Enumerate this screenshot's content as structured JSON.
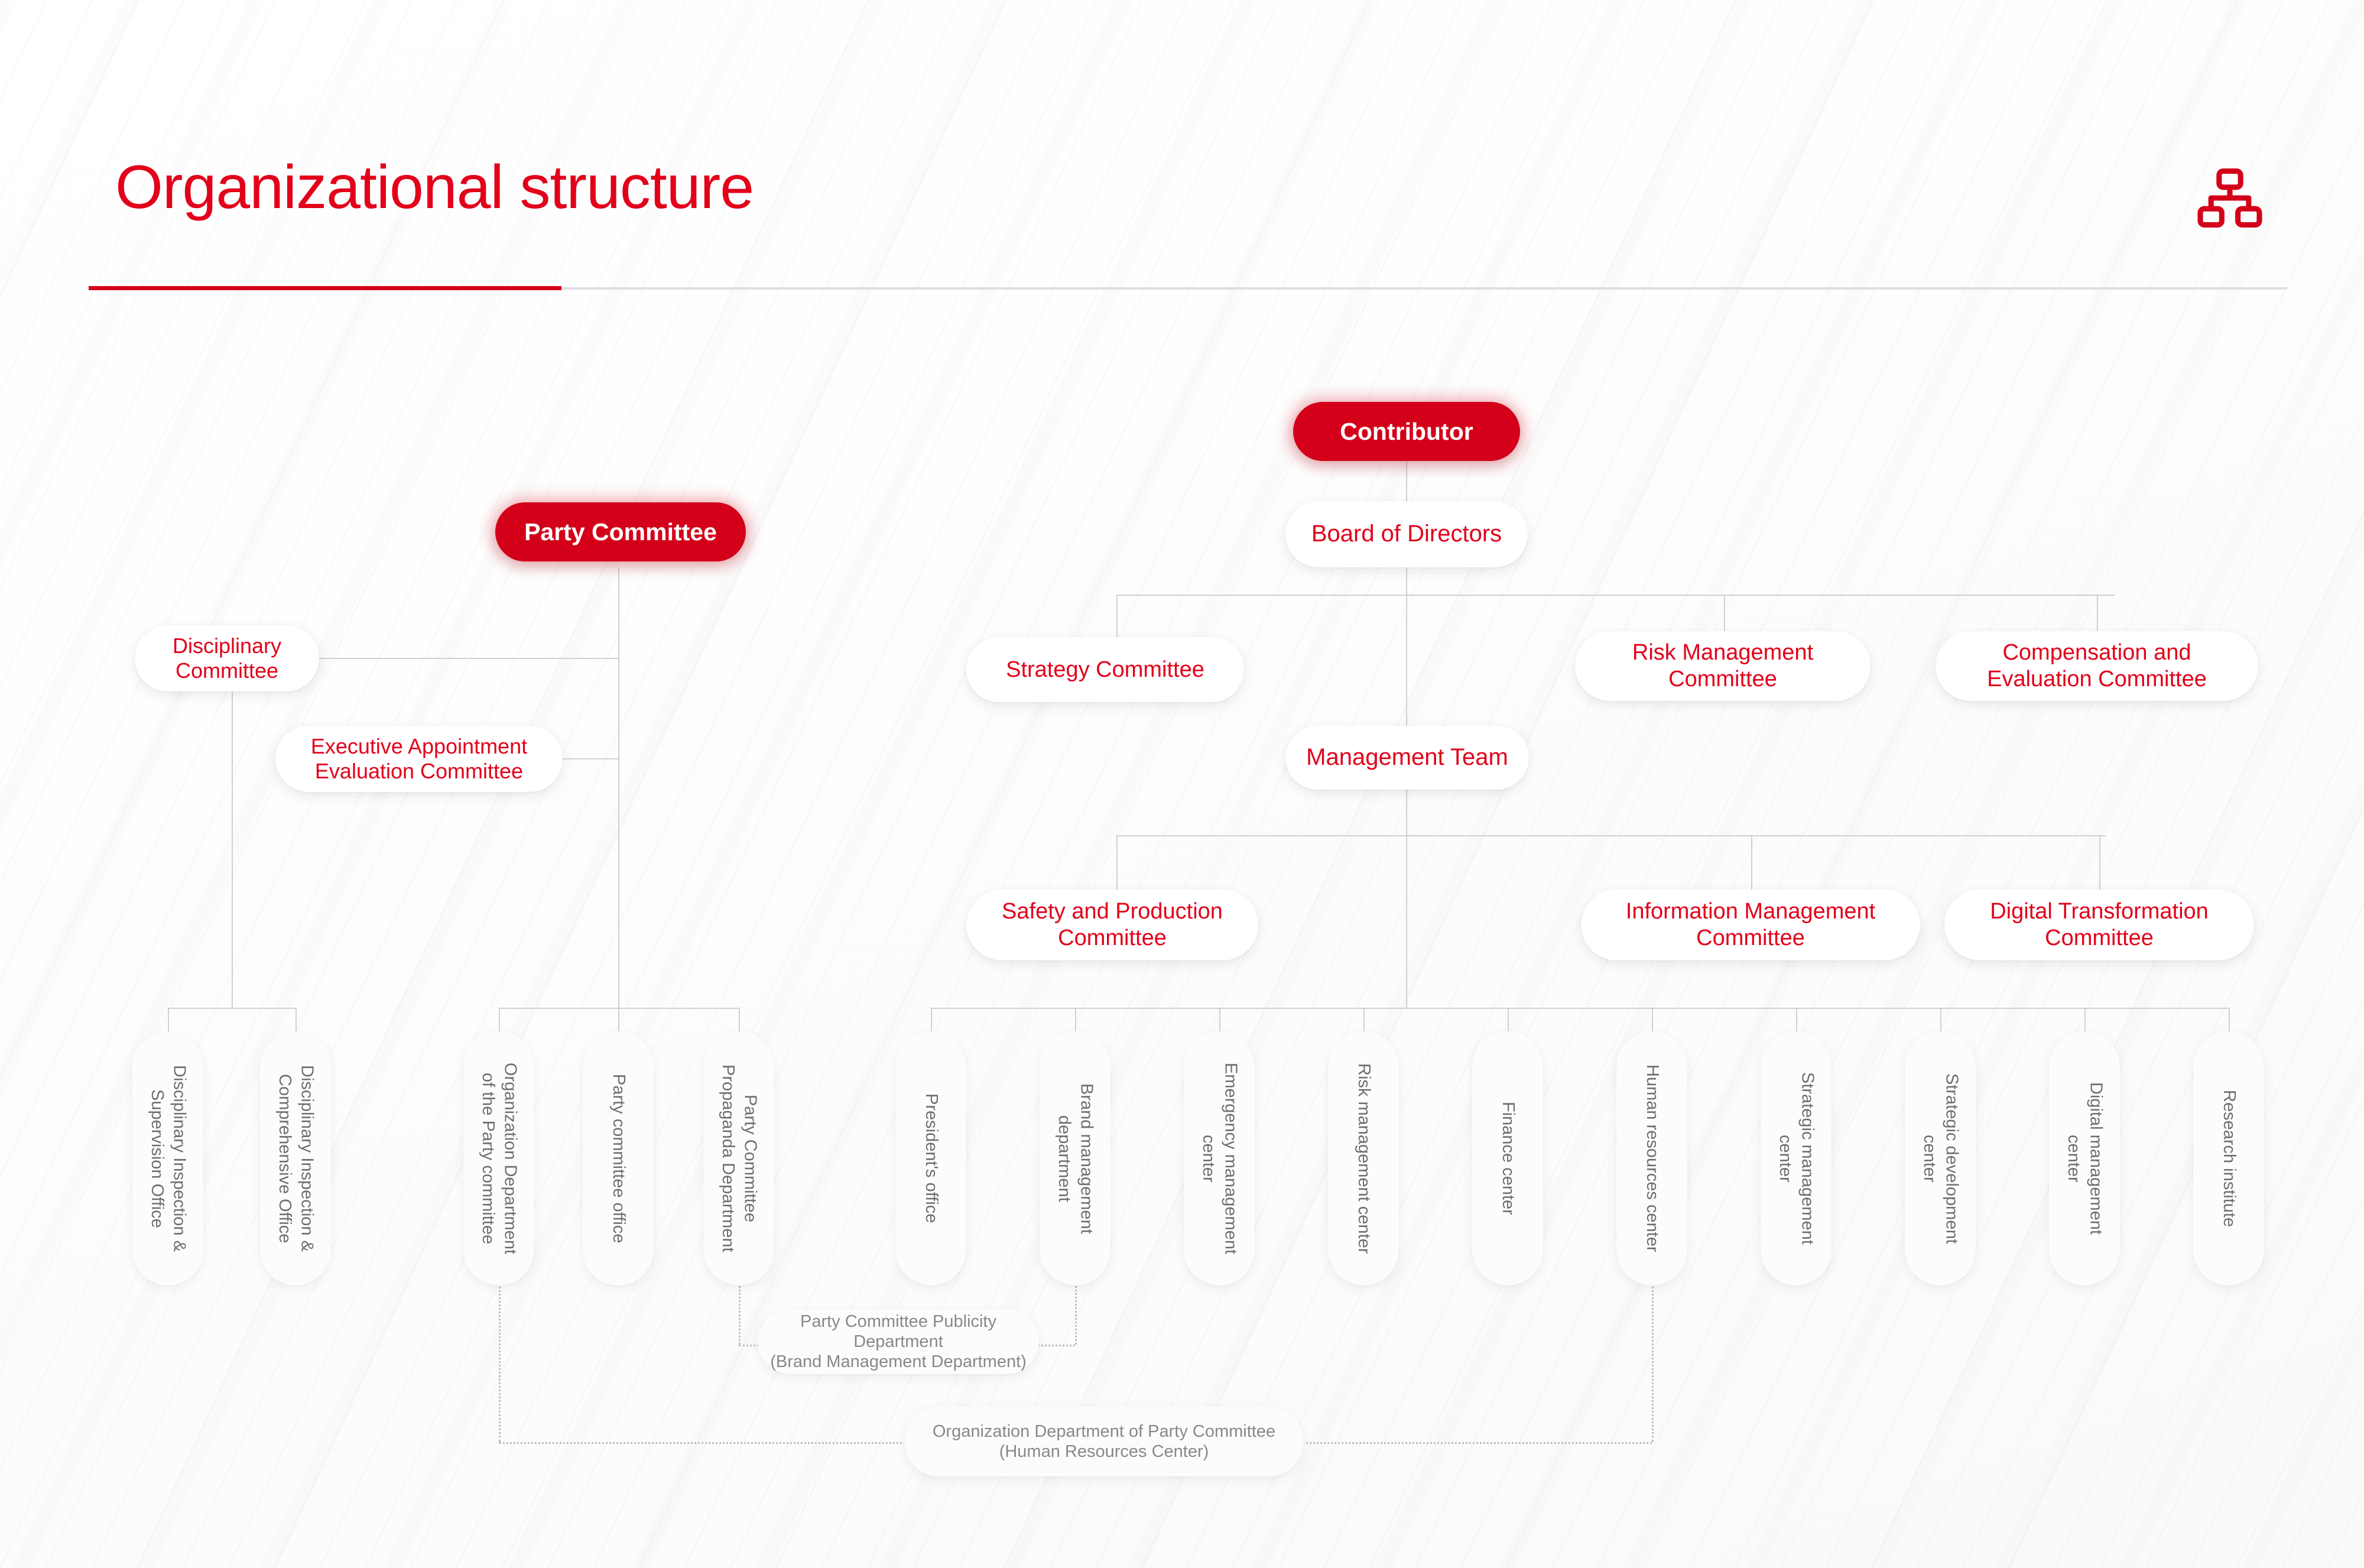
{
  "header": {
    "title": "Organizational structure",
    "icon": "org-chart-icon",
    "accent_color": "#D4001A",
    "rule_color": "#DEDEDE"
  },
  "chart_data": {
    "type": "diagram",
    "diagram_kind": "organizational-chart",
    "roots": [
      "Party Committee",
      "Contributor"
    ],
    "nodes": {
      "party_committee": "Party Committee",
      "contributor": "Contributor",
      "board_of_directors": "Board of Directors",
      "management_team": "Management Team"
    },
    "party_side_committees": [
      "Disciplinary Committee",
      "Executive Appointment Evaluation Committee"
    ],
    "board_committees": [
      "Strategy Committee",
      "Risk Management Committee",
      "Compensation and Evaluation Committee"
    ],
    "management_committees": [
      "Safety and Production Committee",
      "Information Management Committee",
      "Digital Transformation Committee"
    ],
    "discipline_departments": [
      "Disciplinary Inspection & Supervision Office",
      "Disciplinary Inspection & Comprehensive Office"
    ],
    "party_departments": [
      "Organization Department of the Party Committee",
      "Party committee office",
      "Party Committee Propaganda Department"
    ],
    "operating_departments": [
      "President's office",
      "Brand management department",
      "Emergency management center",
      "Risk management center",
      "Finance center",
      "Human resources center",
      "Strategic management center",
      "Strategic development center",
      "Digital management center",
      "Research institute"
    ],
    "dual_role_notes": [
      "Party Committee Publicity Department\n(Brand Management Department)",
      "Organization Department of Party Committee\n(Human Resources Center)"
    ],
    "note_links": [
      {
        "from": "Party Committee Propaganda Department",
        "to": "Brand management department",
        "style": "dotted"
      },
      {
        "from": "Organization Department of the Party Committee",
        "to": "Human resources center",
        "style": "dotted"
      }
    ]
  },
  "nodes": {
    "contributor": "Contributor",
    "party_committee": "Party Committee",
    "board_of_directors": "Board of Directors",
    "management_team": "Management Team",
    "disciplinary_committee": "Disciplinary\nCommittee",
    "executive_appointment": "Executive Appointment\nEvaluation Committee",
    "strategy_committee": "Strategy Committee",
    "risk_management_committee": "Risk Management\nCommittee",
    "compensation_committee": "Compensation and\nEvaluation Committee",
    "safety_production_committee": "Safety and Production\nCommittee",
    "information_management_committee": "Information Management\nCommittee",
    "digital_transformation_committee": "Digital Transformation\nCommittee"
  },
  "leaves": {
    "l1": "Disciplinary Inspection &\nSupervision Office",
    "l2": "Disciplinary Inspection &\nComprehensive Office",
    "l3": "Organization Department\nof the Party committee",
    "l4": "Party committee office",
    "l5": "Party Committee\nPropaganda Department",
    "l6": "President's office",
    "l7": "Brand management\ndepartment",
    "l8": "Emergency management\ncenter",
    "l9": "Risk management center",
    "l10": "Finance center",
    "l11": "Human resources center",
    "l12": "Strategic management\ncenter",
    "l13": "Strategic development\ncenter",
    "l14": "Digital management\ncenter",
    "l15": "Research institute"
  },
  "notes": {
    "publicity": "Party Committee Publicity Department\n(Brand Management Department)",
    "organization": "Organization Department of Party Committee\n(Human Resources Center)"
  }
}
